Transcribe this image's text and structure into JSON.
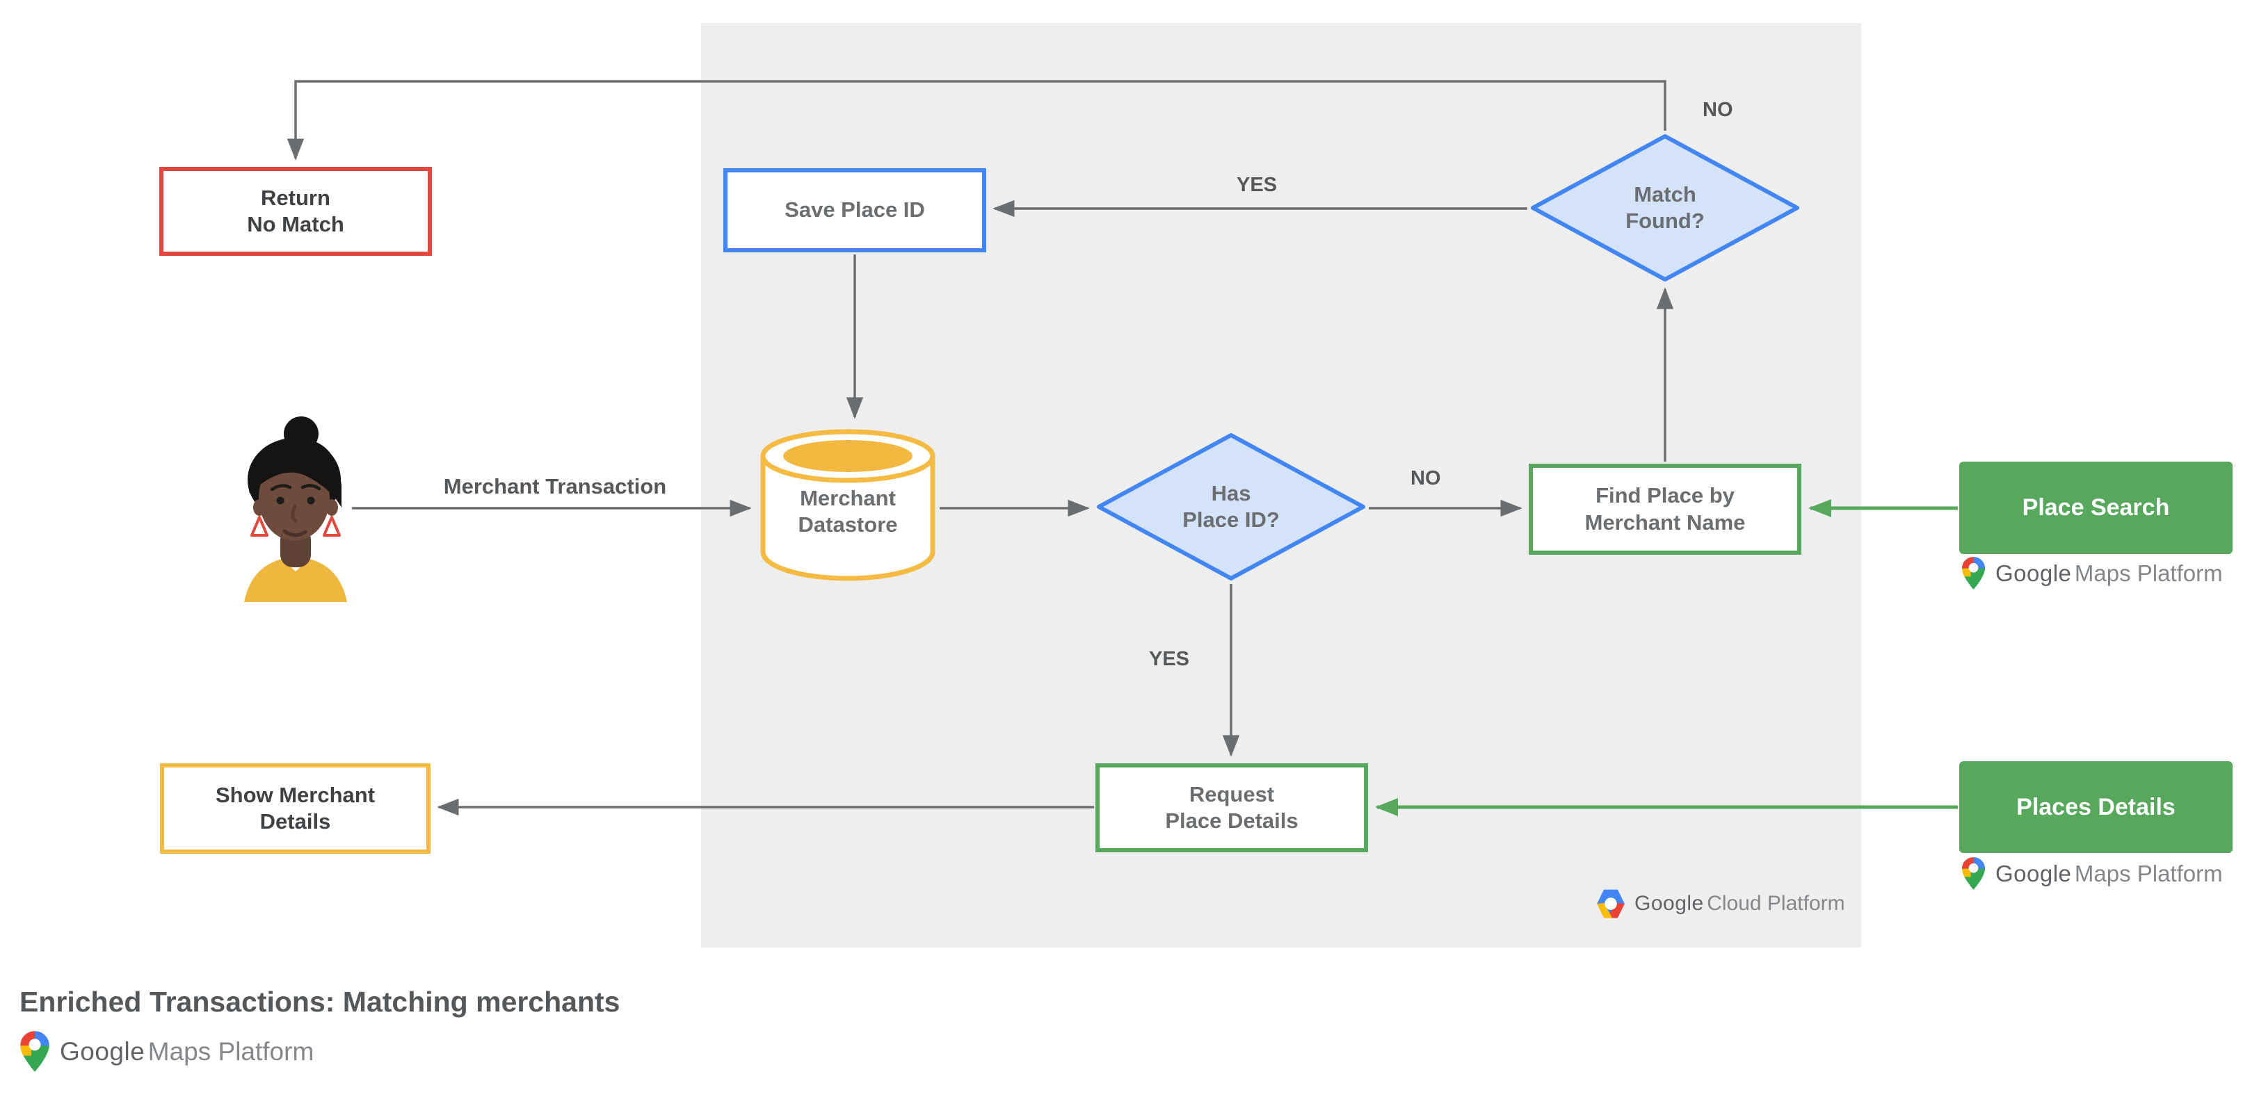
{
  "diagram": {
    "title": "Enriched Transactions: Matching merchants",
    "nodes": {
      "return_no_match": {
        "line1": "Return",
        "line2": "No Match"
      },
      "save_place_id": {
        "label": "Save Place ID"
      },
      "match_found": {
        "line1": "Match",
        "line2": "Found?"
      },
      "merchant_datastore": {
        "line1": "Merchant",
        "line2": "Datastore"
      },
      "has_place_id": {
        "line1": "Has",
        "line2": "Place ID?"
      },
      "find_place_by_merchant_name": {
        "line1": "Find Place by",
        "line2": "Merchant Name"
      },
      "request_place_details": {
        "line1": "Request",
        "line2": "Place Details"
      },
      "show_merchant_details": {
        "line1": "Show Merchant",
        "line2": "Details"
      },
      "place_search": {
        "label": "Place Search"
      },
      "places_details": {
        "label": "Places Details"
      }
    },
    "edge_labels": {
      "merchant_transaction": "Merchant Transaction",
      "match_found_no": "NO",
      "match_found_yes": "YES",
      "has_place_id_no": "NO",
      "has_place_id_yes": "YES"
    },
    "logos": {
      "gmp": {
        "google": "Google",
        "rest": "Maps Platform"
      },
      "gcp": {
        "google": "Google",
        "rest": "Cloud Platform"
      }
    },
    "colors": {
      "panel_gray": "#EEEEEE",
      "arrow_gray": "#6B6E70",
      "blue_border": "#4285F4",
      "blue_fill": "#D5E3FA",
      "red_border": "#E2483D",
      "yellow_border": "#F5BA42",
      "green": "#57A75D",
      "google_blue": "#4285F4",
      "google_red": "#EA4335",
      "google_yellow": "#FBBC04",
      "google_green": "#34A853"
    }
  }
}
